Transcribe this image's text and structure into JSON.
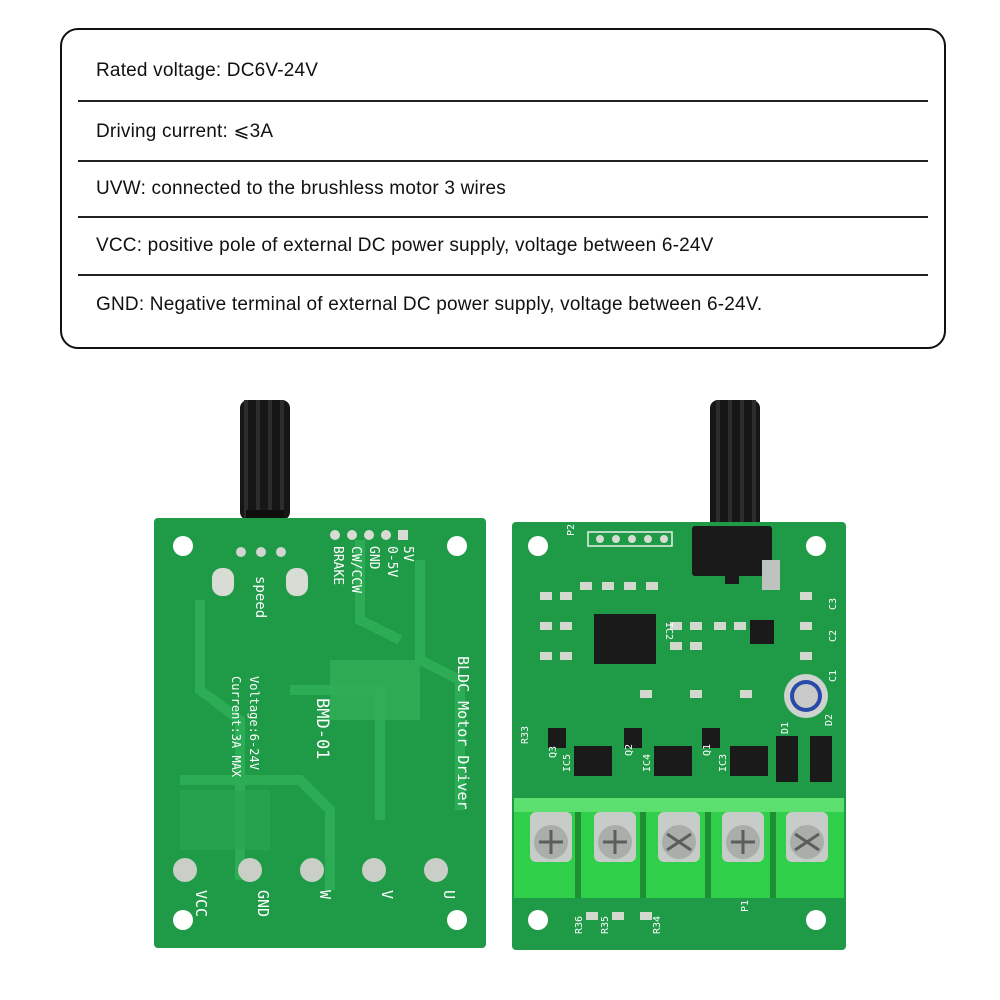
{
  "specs": [
    "Rated voltage: DC6V-24V",
    "Driving current: ⩽3A",
    "UVW: connected to the brushless motor 3 wires",
    "VCC: positive pole of external DC power supply, voltage between 6-24V",
    "GND: Negative terminal of external DC power supply, voltage between 6-24V."
  ],
  "back_board": {
    "title": "BLDC Motor Driver",
    "model": "BMD-01",
    "voltage": "Voltage:6-24V",
    "current": "Current:3A MAX",
    "speed": "speed",
    "pins": [
      "5V",
      "0-5V",
      "GND",
      "CW/CCW",
      "BRAKE"
    ],
    "terminals": [
      "VCC",
      "GND",
      "W",
      "V",
      "U"
    ]
  },
  "front_board": {
    "labels": [
      "P2",
      "IC2",
      "IC3",
      "IC4",
      "IC5",
      "Q1",
      "Q2",
      "Q3",
      "R33",
      "R34",
      "R35",
      "R36",
      "P1",
      "D1",
      "D2",
      "C1",
      "C2",
      "C3"
    ]
  },
  "colors": {
    "pcb": "#1f9a47",
    "pcb_trace": "#2fae58",
    "terminal": "#2fcf4a",
    "knob": "#1a1a1a"
  }
}
